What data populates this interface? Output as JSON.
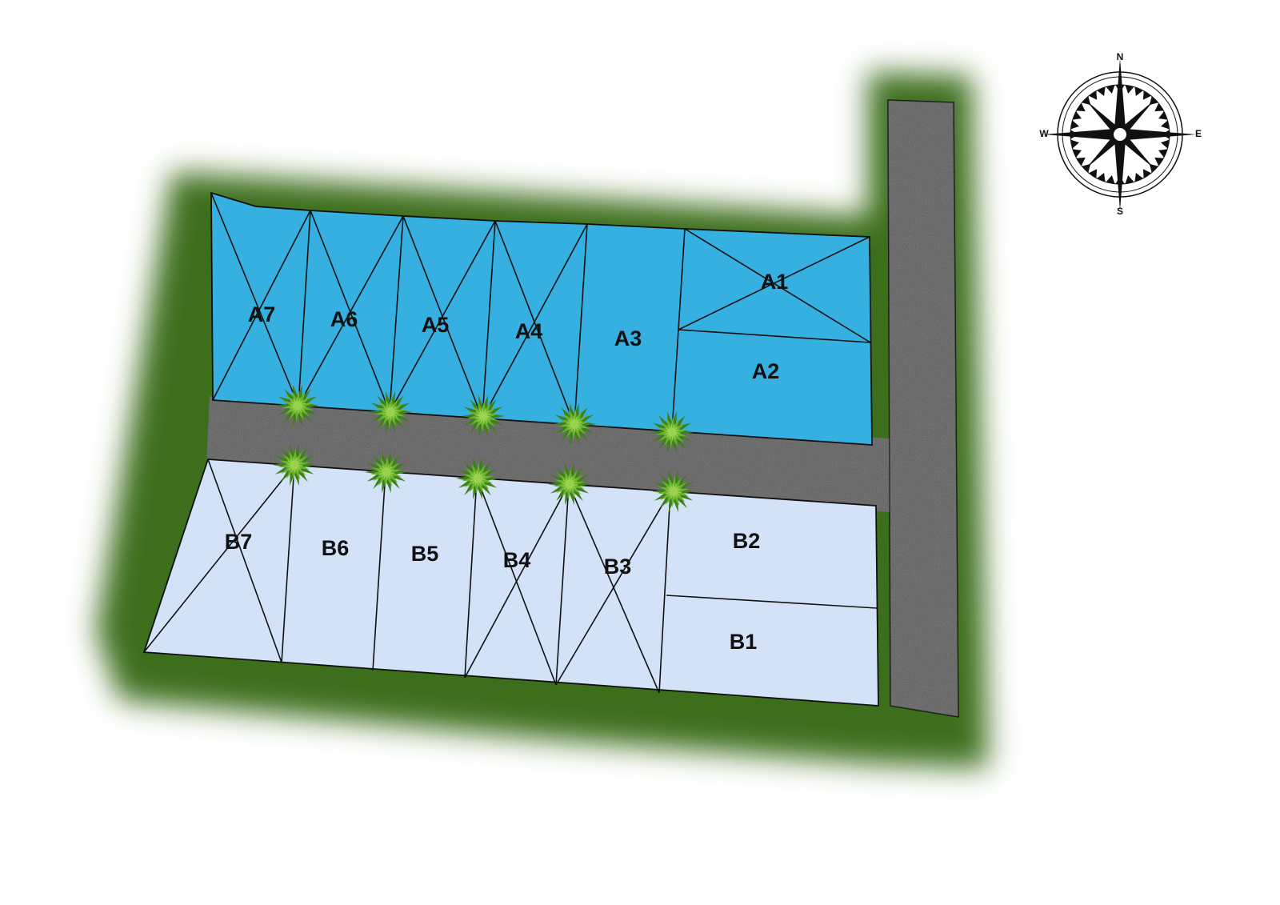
{
  "plan": {
    "colors": {
      "block_a": "#35b0e0",
      "block_b": "#d4e2f8",
      "road": "#5c5c5c",
      "grass": "#3c6e1e",
      "tree": "#6ab52e"
    },
    "block_a_lots": [
      "A1",
      "A2",
      "A3",
      "A4",
      "A5",
      "A6",
      "A7"
    ],
    "block_b_lots": [
      "B1",
      "B2",
      "B3",
      "B4",
      "B5",
      "B6",
      "B7"
    ]
  },
  "compass": {
    "north": "N",
    "south": "S",
    "east": "E",
    "west": "W"
  }
}
